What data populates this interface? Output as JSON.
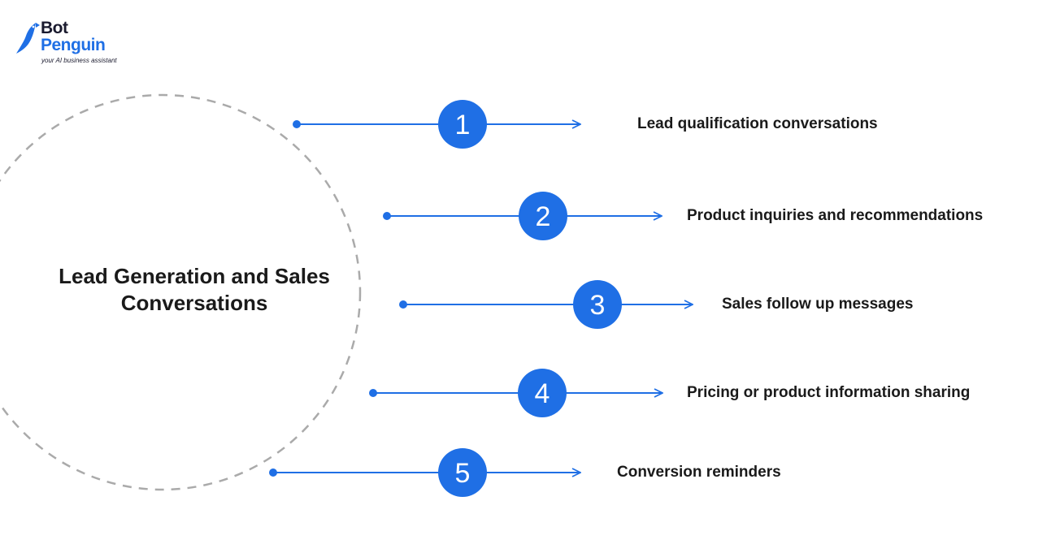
{
  "logo": {
    "name_top": "Bot",
    "name_bottom": "Penguin",
    "tagline": "your AI business assistant",
    "color": "#1f6fe5"
  },
  "diagram": {
    "center_title": "Lead Generation and Sales Conversations",
    "accent_color": "#1f6fe5",
    "circle_stroke": "#aaaaaa",
    "items": [
      {
        "number": "1",
        "label": "Lead qualification conversations"
      },
      {
        "number": "2",
        "label": "Product inquiries and recommendations"
      },
      {
        "number": "3",
        "label": "Sales follow up messages"
      },
      {
        "number": "4",
        "label": "Pricing or product information sharing"
      },
      {
        "number": "5",
        "label": "Conversion reminders"
      }
    ]
  }
}
